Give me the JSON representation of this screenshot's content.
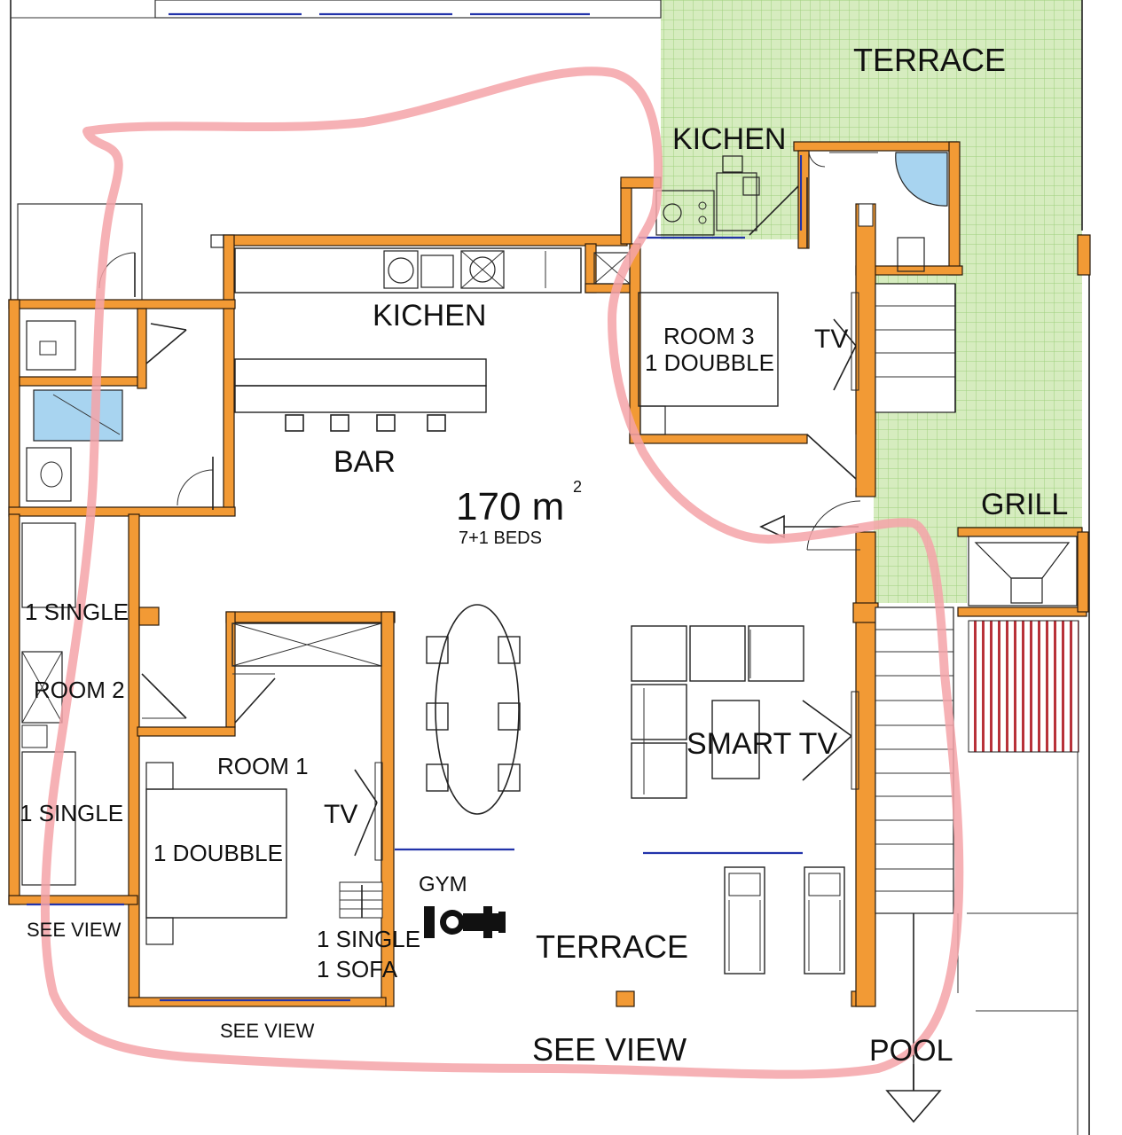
{
  "labels": {
    "terrace_top": "TERRACE",
    "kichen_outdoor": "KICHEN",
    "kichen_main": "KICHEN",
    "bar": "BAR",
    "area": "170 m",
    "area_sup": "2",
    "beds": "7+1 BEDS",
    "room3_name": "ROOM 3",
    "room3_bed": "1 DOUBBLE",
    "room3_tv": "TV",
    "grill": "GRILL",
    "single_upper": "1 SINGLE",
    "room2": "ROOM 2",
    "single_lower": "1 SINGLE",
    "room1_name": "ROOM 1",
    "room1_tv": "TV",
    "room1_bed": "1 DOUBBLE",
    "gym": "GYM",
    "single_sofa_1": "1 SINGLE",
    "single_sofa_2": "1 SOFA",
    "smart_tv": "SMART TV",
    "terrace_bottom": "TERRACE",
    "see_view_left": "SEE VIEW",
    "see_view_mid": "SEE VIEW",
    "see_view_bottom": "SEE VIEW",
    "pool": "POOL"
  },
  "colors": {
    "wall": "#f29a35",
    "terrace_grid": "#cfe8b4",
    "highlight_outline": "#f5a3a8",
    "window": "#2233aa",
    "water": "#a8d4f0"
  }
}
